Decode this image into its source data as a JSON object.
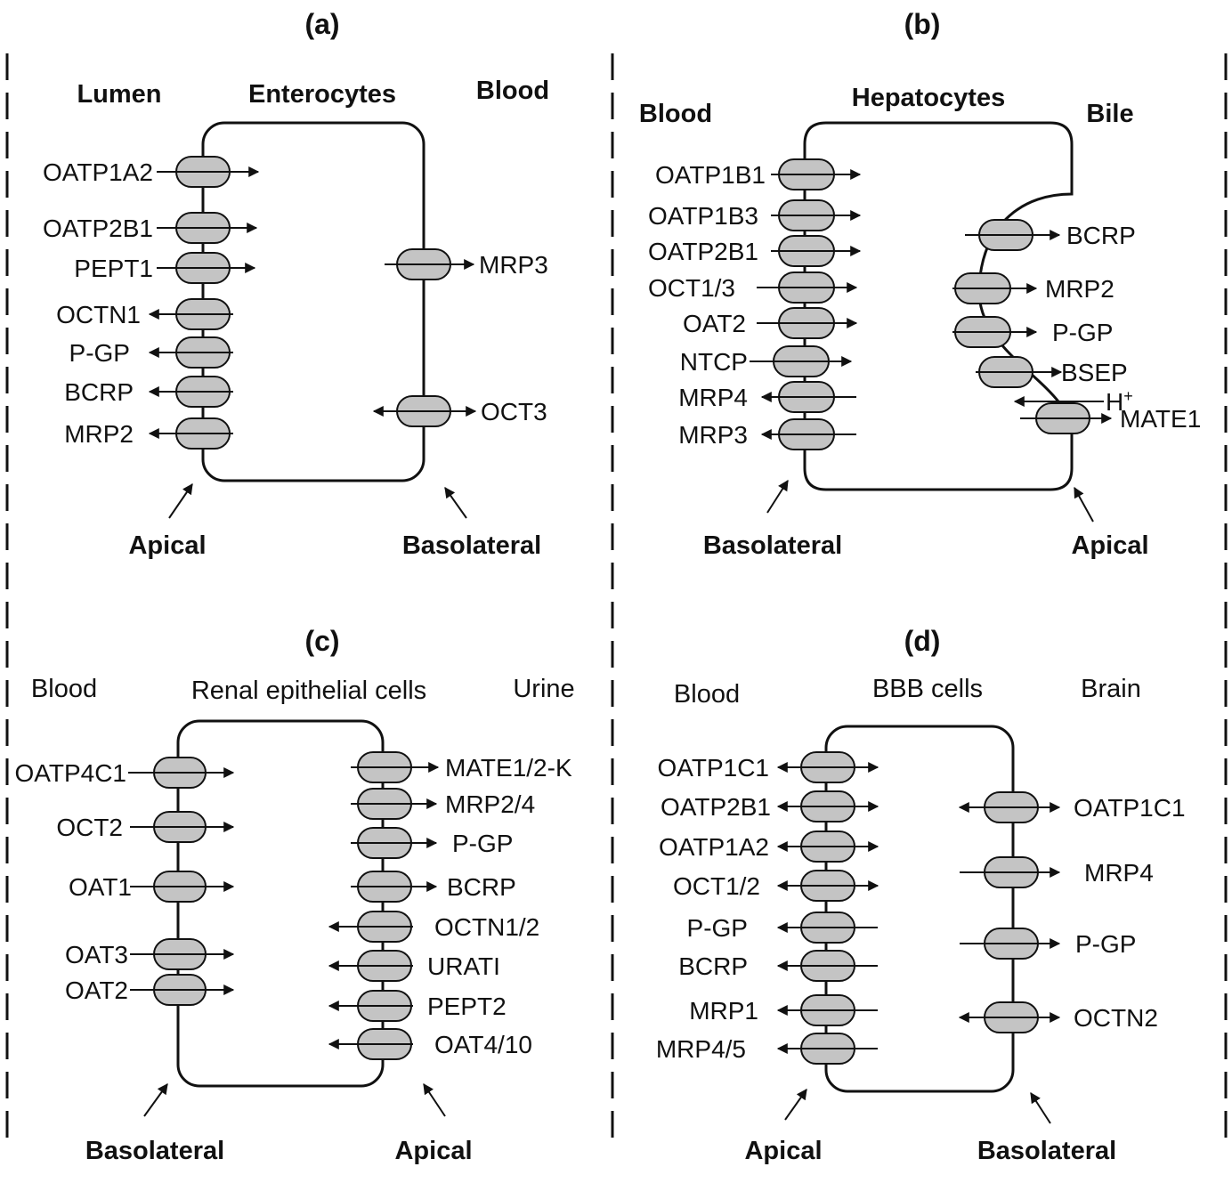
{
  "panels": {
    "a": {
      "letter": "(a)",
      "left": "Lumen",
      "cell": "Enterocytes",
      "right": "Blood",
      "bottom_left": "Apical",
      "bottom_right": "Basolateral",
      "left_side": [
        {
          "label": "OATP1A2",
          "dir": "in"
        },
        {
          "label": "OATP2B1",
          "dir": "in"
        },
        {
          "label": "PEPT1",
          "dir": "in"
        },
        {
          "label": "OCTN1",
          "dir": "out"
        },
        {
          "label": "P-GP",
          "dir": "out"
        },
        {
          "label": "BCRP",
          "dir": "out"
        },
        {
          "label": "MRP2",
          "dir": "out"
        }
      ],
      "right_side": [
        {
          "label": "MRP3",
          "dir": "out"
        },
        {
          "label": "OCT3",
          "dir": "both"
        }
      ]
    },
    "b": {
      "letter": "(b)",
      "left": "Blood",
      "cell": "Hepatocytes",
      "right": "Bile",
      "bottom_left": "Basolateral",
      "bottom_right": "Apical",
      "left_side": [
        {
          "label": "OATP1B1",
          "dir": "in"
        },
        {
          "label": "OATP1B3",
          "dir": "in"
        },
        {
          "label": "OATP2B1",
          "dir": "in"
        },
        {
          "label": "OCT1/3",
          "dir": "in"
        },
        {
          "label": "OAT2",
          "dir": "in"
        },
        {
          "label": "NTCP",
          "dir": "in"
        },
        {
          "label": "MRP4",
          "dir": "out"
        },
        {
          "label": "MRP3",
          "dir": "out"
        }
      ],
      "right_side": [
        {
          "label": "BCRP",
          "dir": "out"
        },
        {
          "label": "MRP2",
          "dir": "out"
        },
        {
          "label": "P-GP",
          "dir": "out"
        },
        {
          "label": "BSEP",
          "dir": "out"
        },
        {
          "label": "H",
          "sup": "+",
          "dir": "in"
        },
        {
          "label": "MATE1",
          "dir": "out"
        }
      ]
    },
    "c": {
      "letter": "(c)",
      "left": "Blood",
      "cell": "Renal epithelial cells",
      "right": "Urine",
      "bottom_left": "Basolateral",
      "bottom_right": "Apical",
      "left_side": [
        {
          "label": "OATP4C1",
          "dir": "in"
        },
        {
          "label": "OCT2",
          "dir": "in"
        },
        {
          "label": "OAT1",
          "dir": "in"
        },
        {
          "label": "OAT3",
          "dir": "in"
        },
        {
          "label": "OAT2",
          "dir": "in"
        }
      ],
      "right_side": [
        {
          "label": "MATE1/2-K",
          "dir": "out"
        },
        {
          "label": "MRP2/4",
          "dir": "out"
        },
        {
          "label": "P-GP",
          "dir": "out"
        },
        {
          "label": "BCRP",
          "dir": "out"
        },
        {
          "label": "OCTN1/2",
          "dir": "in"
        },
        {
          "label": "URATI",
          "dir": "in"
        },
        {
          "label": "PEPT2",
          "dir": "in"
        },
        {
          "label": "OAT4/10",
          "dir": "in"
        }
      ]
    },
    "d": {
      "letter": "(d)",
      "left": "Blood",
      "cell": "BBB cells",
      "right": "Brain",
      "bottom_left": "Apical",
      "bottom_right": "Basolateral",
      "left_side": [
        {
          "label": "OATP1C1",
          "dir": "both"
        },
        {
          "label": "OATP2B1",
          "dir": "both"
        },
        {
          "label": "OATP1A2",
          "dir": "both"
        },
        {
          "label": "OCT1/2",
          "dir": "both"
        },
        {
          "label": "P-GP",
          "dir": "out"
        },
        {
          "label": "BCRP",
          "dir": "out"
        },
        {
          "label": "MRP1",
          "dir": "out"
        },
        {
          "label": "MRP4/5",
          "dir": "out"
        }
      ],
      "right_side": [
        {
          "label": "OATP1C1",
          "dir": "both"
        },
        {
          "label": "MRP4",
          "dir": "out"
        },
        {
          "label": "P-GP",
          "dir": "out"
        },
        {
          "label": "OCTN2",
          "dir": "both"
        }
      ]
    }
  }
}
